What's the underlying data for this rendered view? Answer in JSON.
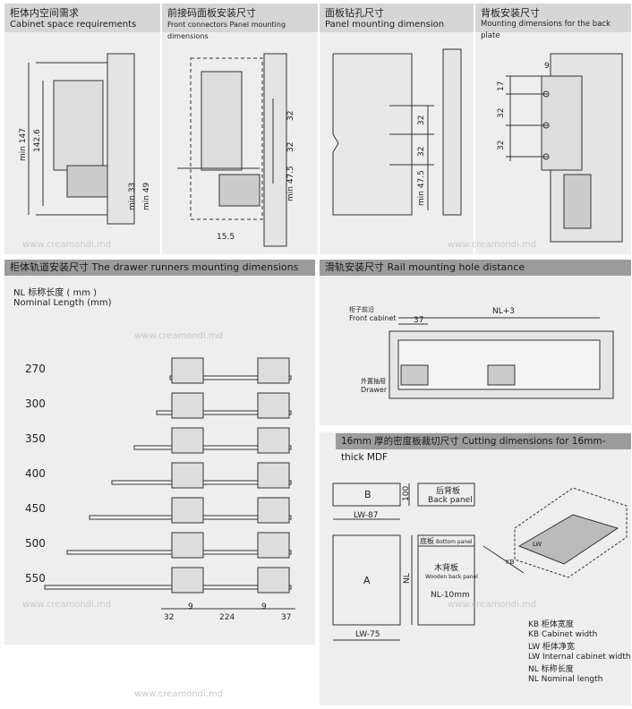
{
  "panels": [
    {
      "zh": "柜体内空间需求",
      "en": "Cabinet space requirements",
      "dims": [
        "min 147",
        "142.6",
        "min 33",
        "min 49"
      ]
    },
    {
      "zh": "前接码面板安装尺寸",
      "en": "Front connectors Panel mounting dimensions",
      "dims": [
        "32",
        "32",
        "min 47.5",
        "15.5"
      ]
    },
    {
      "zh": "面板钻孔尺寸",
      "en": "Panel mounting dimension",
      "dims": [
        "32",
        "32",
        "min 47.5"
      ]
    },
    {
      "zh": "背板安装尺寸",
      "en": "Mounting dimensions for the back plate",
      "dims": [
        "9",
        "17",
        "32",
        "32"
      ]
    }
  ],
  "runners": {
    "title": "柜体轨道安装尺寸  The drawer runners mounting dimensions",
    "nl_zh": "NL 标称长度 ( mm )",
    "nl_en": "Nominal Length (mm)",
    "lengths": [
      "270",
      "300",
      "350",
      "400",
      "450",
      "500",
      "550"
    ],
    "bottom_dims": [
      "32",
      "9",
      "224",
      "9",
      "37"
    ]
  },
  "rail": {
    "title": "滑轨安装尺寸 Rail mounting hole distance",
    "front_zh": "柜子前沿",
    "front_en": "Front cabinet",
    "dim37": "37",
    "nl3": "NL+3",
    "drawer_zh": "外置抽屉",
    "drawer_en": "Drawer"
  },
  "cutting": {
    "title": "16mm 厚的密度板裁切尺寸  Cutting dimensions for 16mm-thick MDF",
    "b": "B",
    "b_h": "100",
    "b_w": "LW-87",
    "back_zh": "后背板",
    "back_en": "Back panel",
    "a": "A",
    "a_h": "NL",
    "a_w": "LW-75",
    "bottom_zh": "底板",
    "bottom_en": "Bottom panel",
    "wood_zh": "木背板",
    "wood_en": "Wooden back panel",
    "wood_dim": "NL-10mm",
    "iso_lw": "LW",
    "iso_kb": "KB",
    "legend": [
      {
        "zh": "KB    柜体宽度",
        "en": "KB Cabinet width"
      },
      {
        "zh": "LW    柜体净宽",
        "en": "LW Internal cabinet width"
      },
      {
        "zh": "NL    标称长度",
        "en": "NL Nominal length"
      }
    ]
  },
  "watermark": "www.creamondi.md"
}
